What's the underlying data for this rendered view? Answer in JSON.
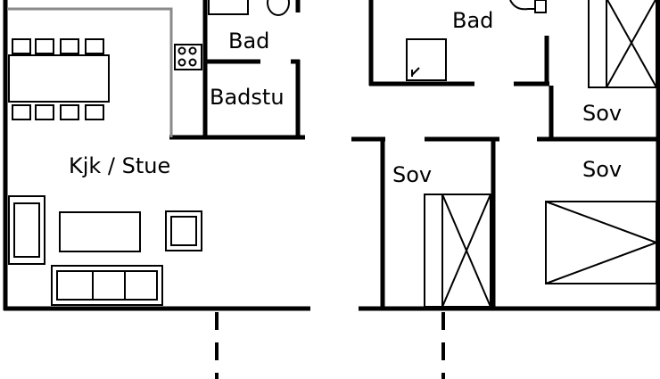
{
  "rooms": {
    "bad_left": "Bad",
    "badstu": "Badstu",
    "kjk_stue": "Kjk / Stue",
    "bad_right": "Bad",
    "sov_top_right": "Sov",
    "sov_middle": "Sov",
    "sov_right": "Sov"
  }
}
